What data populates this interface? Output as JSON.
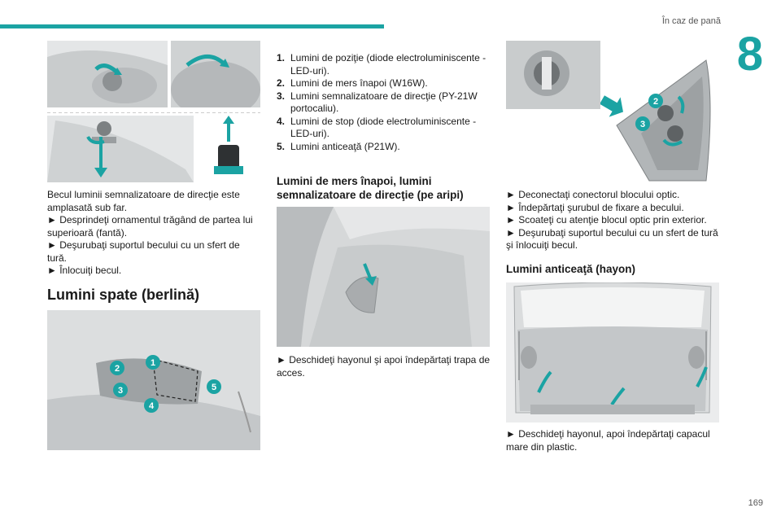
{
  "header": {
    "title": "În caz de pană",
    "chapter": "8",
    "page_number": "169"
  },
  "col1": {
    "text1": [
      "Becul luminii semnalizatoare de direcţie este amplasată sub far.",
      "► Desprindeţi ornamentul trăgând de partea lui superioară (fantă).",
      "► Deşurubaţi suportul becului cu un sfert de tură.",
      "► Înlocuiţi becul."
    ],
    "heading": "Lumini spate (berlină)",
    "callouts": [
      "1",
      "2",
      "3",
      "4",
      "5"
    ]
  },
  "col2": {
    "list": [
      {
        "num": "1.",
        "text": "Lumini de poziţie (diode electroluminiscente - LED-uri)."
      },
      {
        "num": "2.",
        "text": "Lumini de mers înapoi (W16W)."
      },
      {
        "num": "3.",
        "text": "Lumini semnalizatoare de direcţie (PY-21W portocaliu)."
      },
      {
        "num": "4.",
        "text": "Lumini de stop (diode electroluminiscente - LED-uri)."
      },
      {
        "num": "5.",
        "text": "Lumini anticeaţă (P21W)."
      }
    ],
    "heading": "Lumini de mers înapoi, lumini semnalizatoare de direcţie (pe aripi)",
    "text": "► Deschideţi hayonul şi apoi îndepărtaţi trapa de acces."
  },
  "col3": {
    "callouts": [
      "2",
      "3"
    ],
    "steps": [
      "► Deconectaţi conectorul blocului optic.",
      "► Îndepărtaţi şurubul de fixare a becului.",
      "► Scoateţi cu atenţie blocul optic prin exterior.",
      "► Deşurubaţi suportul becului cu un sfert de tură şi înlocuiţi becul."
    ],
    "heading": "Lumini anticeaţă (hayon)",
    "text": "► Deschideţi hayonul, apoi îndepărtaţi capacul mare din plastic."
  },
  "colors": {
    "accent": "#1ba3a3",
    "text": "#1a1a1a",
    "photo_bg": "#d9dbdc"
  }
}
